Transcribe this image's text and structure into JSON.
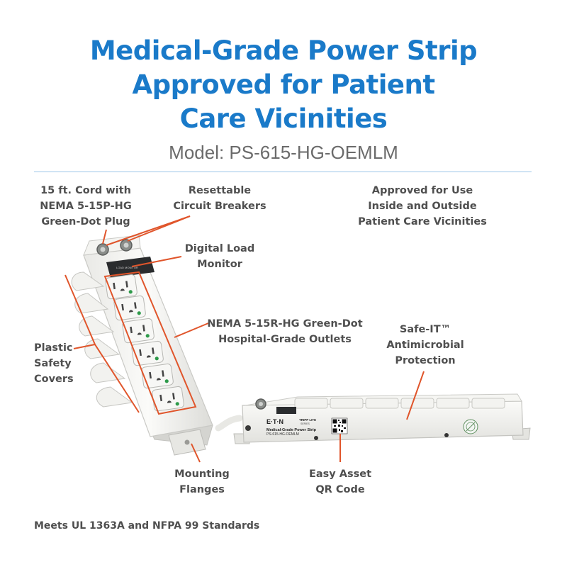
{
  "title": {
    "line1": "Medical-Grade Power Strip",
    "line2": "Approved for Patient",
    "line3": "Care Vicinities"
  },
  "model": "Model: PS-615-HG-OEMLM",
  "labels": {
    "cord": [
      "15 ft. Cord with",
      "NEMA 5-15P-HG",
      "Green-Dot Plug"
    ],
    "breakers": [
      "Resettable",
      "Circuit Breakers"
    ],
    "approved": [
      "Approved for Use",
      "Inside and Outside",
      "Patient Care Vicinities"
    ],
    "load_monitor": [
      "Digital Load",
      "Monitor"
    ],
    "outlets": [
      "NEMA 5-15R-HG Green-Dot",
      "Hospital-Grade Outlets"
    ],
    "covers": [
      "Plastic",
      "Safety",
      "Covers"
    ],
    "antimicrobial": [
      "Safe-IT™",
      "Antimicrobial",
      "Protection"
    ],
    "flanges": [
      "Mounting",
      "Flanges"
    ],
    "qr": [
      "Easy Asset",
      "QR Code"
    ]
  },
  "product_text": {
    "brand": "E·T·N",
    "sub_brand": "TRIPP LITE",
    "series": "SERIES",
    "product_name": "Medical-Grade Power Strip",
    "product_model": "PS-615-HG-OEMLM",
    "monitor_label": "LOAD MONITOR"
  },
  "footer": "Meets UL 1363A and NFPA 99 Standards",
  "colors": {
    "title": "#1a7ac9",
    "callout_line": "#e0552b",
    "divider": "#9cc6e8",
    "label": "#4f4f4f",
    "green_dot": "#2e9a4a"
  }
}
